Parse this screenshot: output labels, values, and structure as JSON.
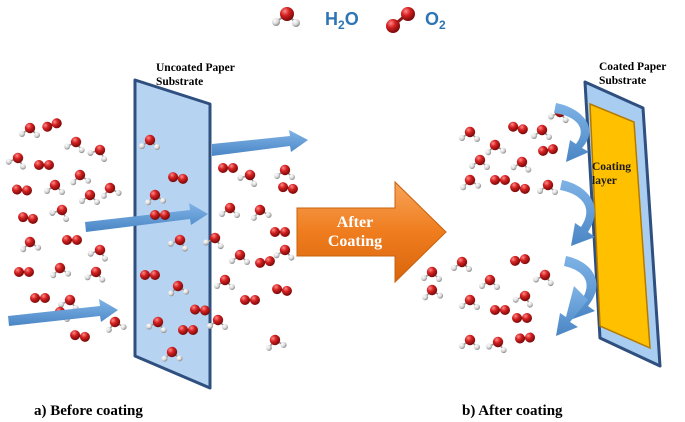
{
  "legend": {
    "water_main": "H",
    "water_sub": "2",
    "water_tail": "O",
    "oxygen_main": "O",
    "oxygen_sub": "2"
  },
  "left_panel": {
    "substrate_line1": "Uncoated  Paper",
    "substrate_line2": "Substrate",
    "caption": "a) Before coating"
  },
  "center_arrow": {
    "line1": "After",
    "line2": "Coating"
  },
  "right_panel": {
    "substrate_line1": "Coated  Paper",
    "substrate_line2": "Substrate",
    "coating_line1": "Coating",
    "coating_line2": "layer",
    "caption": "b) After coating"
  },
  "colors": {
    "oxygen_atom": "#d42020",
    "hydrogen_atom": "#d9d9d9",
    "paper_fill": "#a9cdf0",
    "paper_edge": "#2f4f7f",
    "flow_arrow": "#5b9bd5",
    "center_arrow": "#f08020",
    "coating_layer": "#ffc000",
    "legend_text": "#2e75b6"
  }
}
